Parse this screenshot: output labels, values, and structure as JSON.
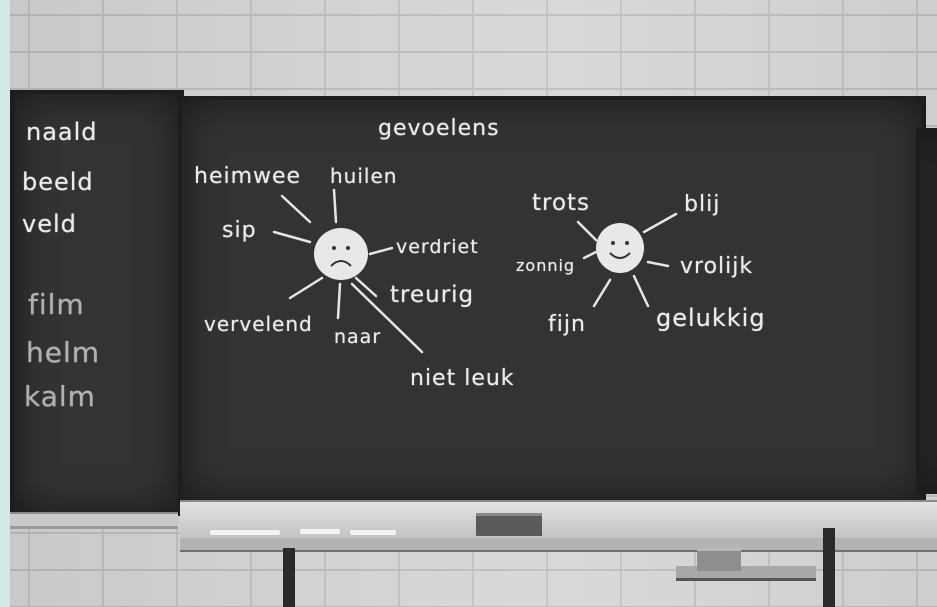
{
  "left_board": {
    "words": [
      "naald",
      "beeld",
      "veld",
      "film",
      "helm",
      "kalm"
    ]
  },
  "main_board": {
    "title": "gevoelens",
    "sad_words": [
      "heimwee",
      "huilen",
      "sip",
      "verdriet",
      "treurig",
      "vervelend",
      "naar",
      "niet leuk"
    ],
    "happy_words": [
      "trots",
      "blij",
      "zonnig",
      "vrolijk",
      "fijn",
      "gelukkig"
    ]
  }
}
